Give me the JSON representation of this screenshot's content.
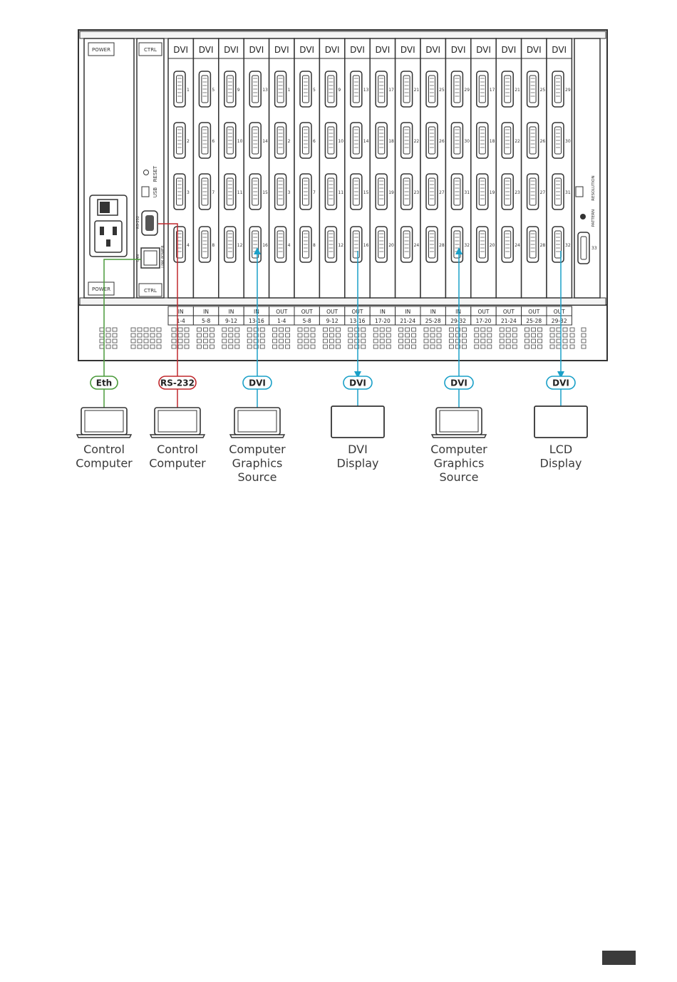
{
  "chassis": {
    "power_label": "POWER",
    "ctrl_label": "CTRL",
    "usb_label": "USB",
    "reset_label": "RESET",
    "rs232_label": "RS-232",
    "lan_label": "LAN",
    "link_power_label": "LINK POWER",
    "pattern_label": "PATTERN",
    "resolution_label": "RESOLUTION"
  },
  "slots": [
    "DVI",
    "DVI",
    "DVI",
    "DVI",
    "DVI",
    "DVI",
    "DVI",
    "DVI",
    "DVI",
    "DVI",
    "DVI",
    "DVI",
    "DVI",
    "DVI",
    "DVI",
    "DVI"
  ],
  "port_numbers": [
    [
      "1",
      "2",
      "3",
      "4"
    ],
    [
      "5",
      "6",
      "7",
      "8"
    ],
    [
      "9",
      "10",
      "11",
      "12"
    ],
    [
      "13",
      "14",
      "15",
      "16"
    ],
    [
      "1",
      "2",
      "3",
      "4"
    ],
    [
      "5",
      "6",
      "7",
      "8"
    ],
    [
      "9",
      "10",
      "11",
      "12"
    ],
    [
      "13",
      "14",
      "15",
      "16"
    ],
    [
      "17",
      "18",
      "19",
      "20"
    ],
    [
      "21",
      "22",
      "23",
      "24"
    ],
    [
      "25",
      "26",
      "27",
      "28"
    ],
    [
      "29",
      "30",
      "31",
      "32"
    ],
    [
      "17",
      "18",
      "19",
      "20"
    ],
    [
      "21",
      "22",
      "23",
      "24"
    ],
    [
      "25",
      "26",
      "27",
      "28"
    ],
    [
      "29",
      "30",
      "31",
      "32"
    ]
  ],
  "io_groups": [
    {
      "dir": "IN",
      "range": "1-4"
    },
    {
      "dir": "IN",
      "range": "5-8"
    },
    {
      "dir": "IN",
      "range": "9-12"
    },
    {
      "dir": "IN",
      "range": "13-16"
    },
    {
      "dir": "OUT",
      "range": "1-4"
    },
    {
      "dir": "OUT",
      "range": "5-8"
    },
    {
      "dir": "OUT",
      "range": "9-12"
    },
    {
      "dir": "OUT",
      "range": "13-16"
    },
    {
      "dir": "IN",
      "range": "17-20"
    },
    {
      "dir": "IN",
      "range": "21-24"
    },
    {
      "dir": "IN",
      "range": "25-28"
    },
    {
      "dir": "IN",
      "range": "29-32"
    },
    {
      "dir": "OUT",
      "range": "17-20"
    },
    {
      "dir": "OUT",
      "range": "21-24"
    },
    {
      "dir": "OUT",
      "range": "25-28"
    },
    {
      "dir": "OUT",
      "range": "29-32"
    }
  ],
  "extra_port_number": "33",
  "connections": [
    {
      "cable": "Eth",
      "color": "#4a9a3a",
      "device": "laptop",
      "label": [
        "Control",
        "Computer"
      ]
    },
    {
      "cable": "RS-232",
      "color": "#c0282d",
      "device": "laptop",
      "label": [
        "Control",
        "Computer"
      ]
    },
    {
      "cable": "DVI",
      "color": "#1aa0c8",
      "device": "laptop",
      "label": [
        "Computer",
        "Graphics",
        "Source"
      ]
    },
    {
      "cable": "DVI",
      "color": "#1aa0c8",
      "device": "display",
      "label": [
        "DVI",
        "Display"
      ]
    },
    {
      "cable": "DVI",
      "color": "#1aa0c8",
      "device": "laptop",
      "label": [
        "Computer",
        "Graphics",
        "Source"
      ]
    },
    {
      "cable": "DVI",
      "color": "#1aa0c8",
      "device": "display",
      "label": [
        "LCD",
        "Display"
      ]
    }
  ]
}
